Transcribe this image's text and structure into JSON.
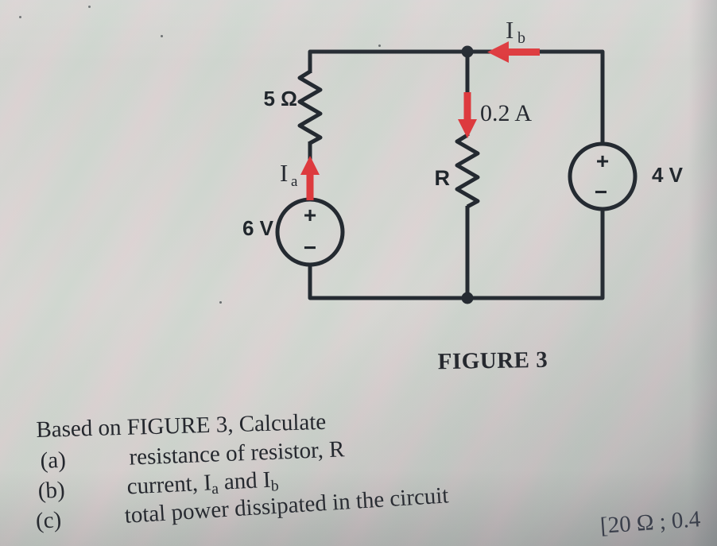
{
  "circuit": {
    "resistor1_label": "5 Ω",
    "resistor2_label": "R",
    "source1_label": "6 V",
    "source2_label": "4 V",
    "mid_current_label": "0.2 A",
    "current_a": {
      "base": "I",
      "sub": "a"
    },
    "current_b": {
      "base": "I",
      "sub": "b"
    },
    "plus": "+",
    "minus": "−",
    "colors": {
      "wire": "#242a31",
      "arrow": "#dd3a3e",
      "background": "#d4d6d2"
    }
  },
  "figure": {
    "caption": "FIGURE 3"
  },
  "question": {
    "intro": "Based on FIGURE 3, Calculate",
    "items": [
      {
        "label": "(a)",
        "text": "resistance of resistor, R"
      },
      {
        "label": "(b)",
        "parts": {
          "p1": "current, I",
          "s1": "a",
          "p2": " and I",
          "s2": "b"
        }
      },
      {
        "label": "(c)",
        "text": "total power dissipated in the circuit"
      }
    ],
    "answer_hint": "[20 Ω ; 0.4"
  }
}
